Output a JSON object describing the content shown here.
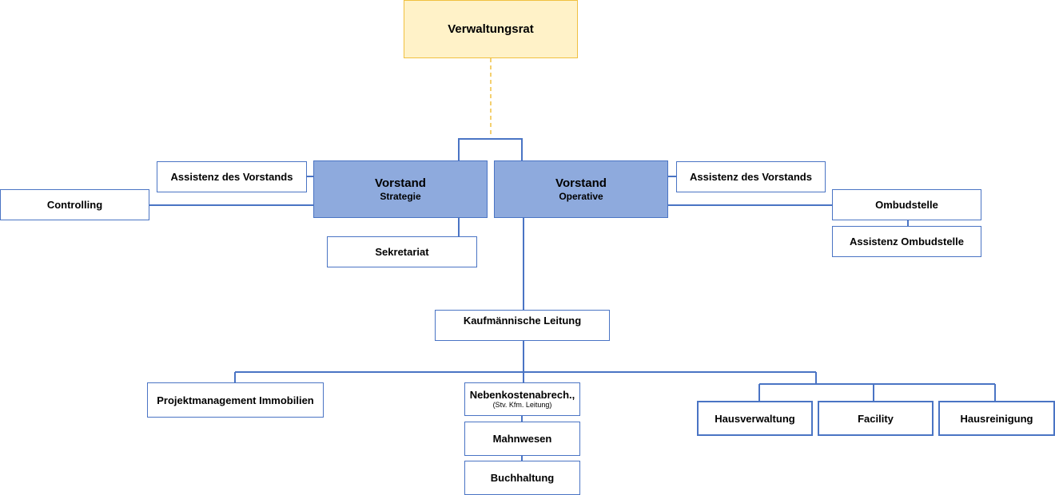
{
  "colors": {
    "line": "#4a74c4",
    "dashed_line": "#f0c040",
    "executive_fill": "#8eaadd",
    "board_fill": "#fff2c8"
  },
  "board": {
    "label": "Verwaltungsrat"
  },
  "vorstand_strategie": {
    "title": "Vorstand",
    "subtitle": "Strategie"
  },
  "vorstand_operative": {
    "title": "Vorstand",
    "subtitle": "Operative"
  },
  "assistenz_left": {
    "label": "Assistenz des Vorstands"
  },
  "assistenz_right": {
    "label": "Assistenz des Vorstands"
  },
  "controlling": {
    "label": "Controlling"
  },
  "sekretariat": {
    "label": "Sekretariat"
  },
  "ombudstelle": {
    "label": "Ombudstelle"
  },
  "assistenz_ombud": {
    "label": "Assistenz Ombudstelle"
  },
  "kaufm": {
    "label": "Kaufmännische Leitung"
  },
  "projekt": {
    "label": "Projektmanagement Immobilien"
  },
  "nebenkosten": {
    "label": "Nebenkostenabrech.,",
    "sub": "(Stv. Kfm. Leitung)"
  },
  "mahnwesen": {
    "label": "Mahnwesen"
  },
  "buchhaltung": {
    "label": "Buchhaltung"
  },
  "hausverwaltung": {
    "label": "Hausverwaltung"
  },
  "facility": {
    "label": "Facility"
  },
  "hausreinigung": {
    "label": "Hausreinigung"
  }
}
